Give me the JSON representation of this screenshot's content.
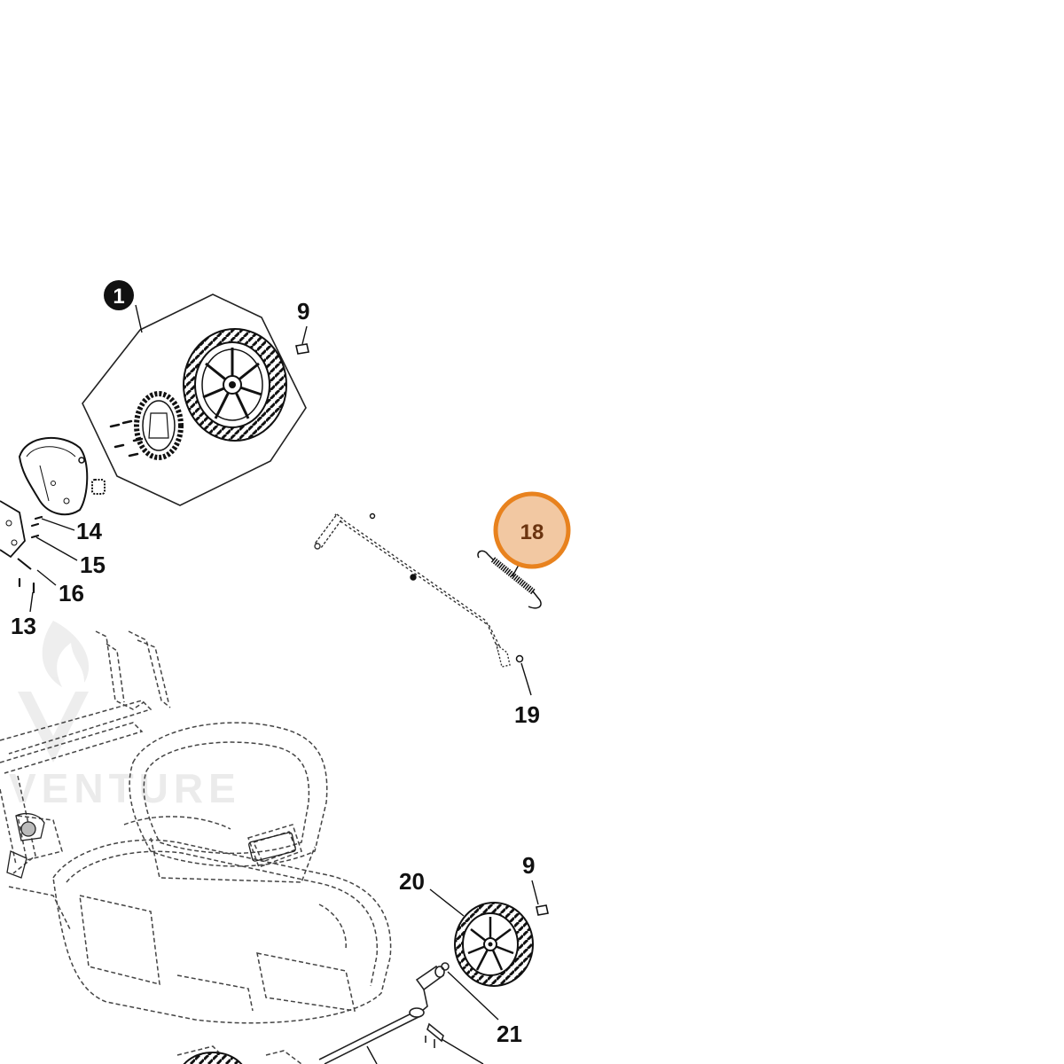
{
  "diagram": {
    "callouts": [
      {
        "id": "c1",
        "label": "1",
        "style": "filled-circle"
      },
      {
        "id": "c9a",
        "label": "9"
      },
      {
        "id": "c14",
        "label": "14"
      },
      {
        "id": "c15",
        "label": "15"
      },
      {
        "id": "c16",
        "label": "16"
      },
      {
        "id": "c13",
        "label": "13"
      },
      {
        "id": "c18",
        "label": "18",
        "style": "highlighted"
      },
      {
        "id": "c19",
        "label": "19"
      },
      {
        "id": "c20",
        "label": "20"
      },
      {
        "id": "c9b",
        "label": "9"
      },
      {
        "id": "c21",
        "label": "21"
      }
    ],
    "highlight": {
      "fill": "#f2c8a2",
      "stroke": "#e8821e",
      "text_color": "#6b3410"
    },
    "watermark": {
      "text": "VENTURE"
    },
    "colors": {
      "line": "#222222",
      "dashed": "#555555",
      "callout_badge": "#111111"
    }
  }
}
